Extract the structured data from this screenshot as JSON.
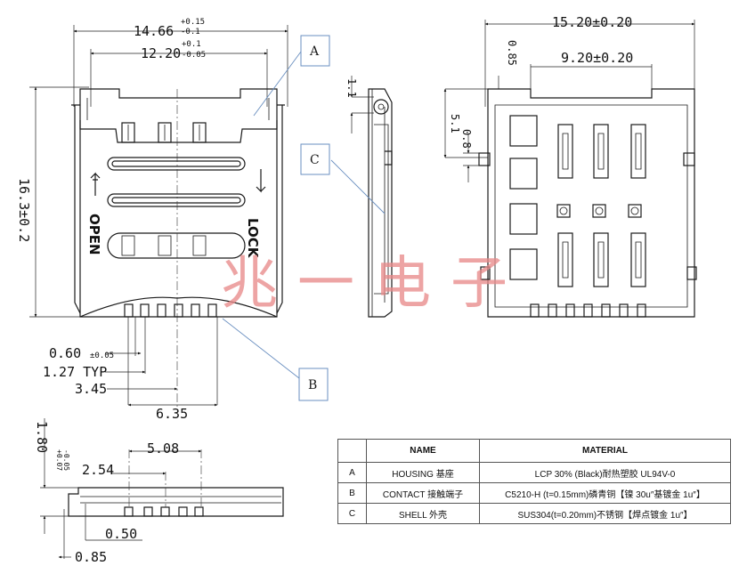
{
  "dimensions": {
    "top_width_outer": "14.66",
    "top_width_outer_tol_plus": "+0.15",
    "top_width_outer_tol_minus": "-0.1",
    "top_width_inner": "12.20",
    "top_width_inner_tol_plus": "+0.1",
    "top_width_inner_tol_minus": "-0.05",
    "height_left": "16.3±0.2",
    "pitch_width": "0.60",
    "pitch_width_tol": "±0.05",
    "pitch": "1.27 TYP",
    "span_3_45": "3.45",
    "span_6_35": "6.35",
    "side_1_1": "1.1",
    "right_width": "15.20±0.20",
    "right_inner": "9.20±0.20",
    "right_0_85": "0.85",
    "right_5_1": "5.1",
    "right_0_8": "0.8",
    "bottom_height": "1.80",
    "bottom_height_tol_plus": "+0.07",
    "bottom_height_tol_minus": "-0.05",
    "bottom_5_08": "5.08",
    "bottom_2_54": "2.54",
    "bottom_0_50": "0.50",
    "bottom_0_85": "0.85"
  },
  "labels": {
    "open": "OPEN",
    "lock": "LOCK",
    "watermark": "兆一电子"
  },
  "callouts": [
    "A",
    "B",
    "C"
  ],
  "material_table": {
    "headers": [
      "",
      "NAME",
      "MATERIAL"
    ],
    "rows": [
      {
        "id": "A",
        "name": "HOUSING 基座",
        "material": "LCP 30%   (Black)耐热塑胶  UL94V-0"
      },
      {
        "id": "B",
        "name": "CONTACT 接触端子",
        "material": "C5210-H (t=0.15mm)磷青铜【镍 30u″基镀金 1u″】"
      },
      {
        "id": "C",
        "name": "SHELL 外壳",
        "material": "SUS304(t=0.20mm)不锈钢【焊点镀金 1u″】"
      }
    ]
  }
}
